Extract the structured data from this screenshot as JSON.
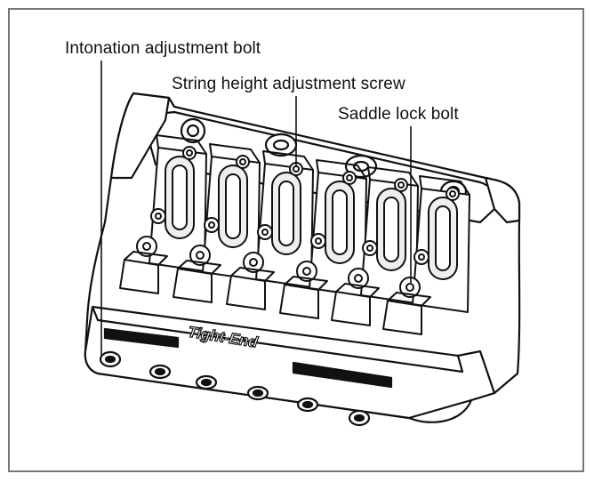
{
  "callouts": {
    "intonation": "Intonation adjustment bolt",
    "string_height": "String height adjustment screw",
    "saddle_lock": "Saddle lock bolt"
  },
  "brand_plate": "Tight-End",
  "saddle_count": 6,
  "colors": {
    "line": "#111111",
    "frame": "#777777",
    "shade": "#dcdcdc",
    "fill": "#ffffff"
  }
}
